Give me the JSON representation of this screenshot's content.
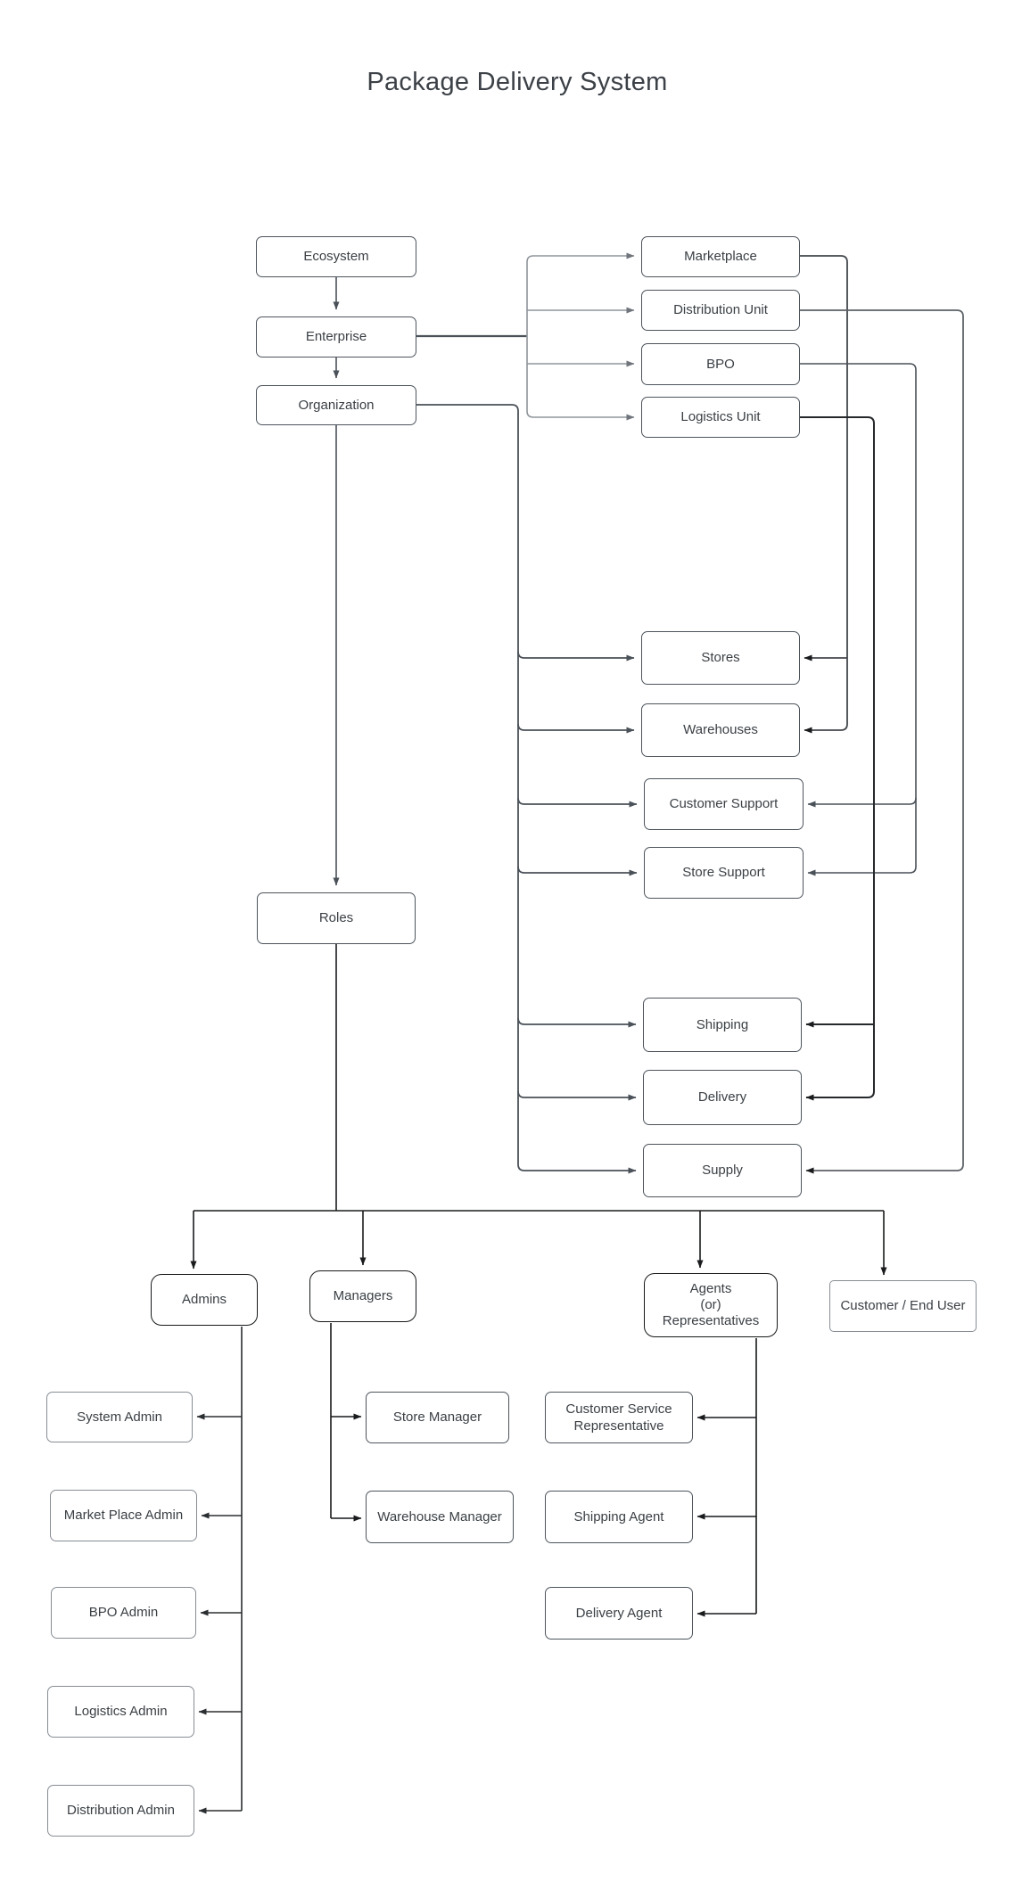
{
  "title": "Package Delivery System",
  "diagram_type": "flowchart",
  "colors": {
    "background": "#ffffff",
    "node_fill": "#ffffff",
    "node_border_slate": "#4d545c",
    "node_border_gray": "#878d94",
    "node_border_black": "#17191b",
    "text": "#3b4045",
    "edge_slate": "#4a5158",
    "edge_gray": "#8f959b",
    "edge_dark": "#26292c",
    "edge_black": "#191b1d"
  },
  "nodes": {
    "ecosystem": {
      "label": "Ecosystem"
    },
    "enterprise": {
      "label": "Enterprise"
    },
    "organization": {
      "label": "Organization"
    },
    "roles": {
      "label": "Roles"
    },
    "marketplace": {
      "label": "Marketplace"
    },
    "distribution_unit": {
      "label": "Distribution Unit"
    },
    "bpo": {
      "label": "BPO"
    },
    "logistics_unit": {
      "label": "Logistics Unit"
    },
    "stores": {
      "label": "Stores"
    },
    "warehouses": {
      "label": "Warehouses"
    },
    "customer_support": {
      "label": "Customer Support"
    },
    "store_support": {
      "label": "Store Support"
    },
    "shipping": {
      "label": "Shipping"
    },
    "delivery": {
      "label": "Delivery"
    },
    "supply": {
      "label": "Supply"
    },
    "admins": {
      "label": "Admins"
    },
    "managers": {
      "label": "Managers"
    },
    "agents": {
      "lines": [
        "Agents",
        "(or)",
        "Representatives"
      ]
    },
    "customer_end_user": {
      "label": "Customer / End User"
    },
    "system_admin": {
      "label": "System Admin"
    },
    "market_place_admin": {
      "label": "Market Place Admin"
    },
    "bpo_admin": {
      "label": "BPO Admin"
    },
    "logistics_admin": {
      "label": "Logistics Admin"
    },
    "distribution_admin": {
      "label": "Distribution Admin"
    },
    "store_manager": {
      "label": "Store Manager"
    },
    "warehouse_manager": {
      "label": "Warehouse Manager"
    },
    "customer_service_representative": {
      "lines": [
        "Customer Service",
        "Representative"
      ]
    },
    "shipping_agent": {
      "label": "Shipping Agent"
    },
    "delivery_agent": {
      "label": "Delivery Agent"
    }
  },
  "edges": [
    {
      "from": "Ecosystem",
      "to": "Enterprise"
    },
    {
      "from": "Enterprise",
      "to": "Organization"
    },
    {
      "from": "Organization",
      "to": "Roles"
    },
    {
      "from": "Enterprise",
      "to": "Marketplace"
    },
    {
      "from": "Enterprise",
      "to": "Distribution Unit"
    },
    {
      "from": "Enterprise",
      "to": "BPO"
    },
    {
      "from": "Enterprise",
      "to": "Logistics Unit"
    },
    {
      "from": "Organization",
      "to": "Stores"
    },
    {
      "from": "Organization",
      "to": "Warehouses"
    },
    {
      "from": "Organization",
      "to": "Customer Support"
    },
    {
      "from": "Organization",
      "to": "Store Support"
    },
    {
      "from": "Organization",
      "to": "Shipping"
    },
    {
      "from": "Organization",
      "to": "Delivery"
    },
    {
      "from": "Organization",
      "to": "Supply"
    },
    {
      "from": "Marketplace",
      "to": "Stores"
    },
    {
      "from": "Marketplace",
      "to": "Warehouses"
    },
    {
      "from": "BPO",
      "to": "Customer Support"
    },
    {
      "from": "BPO",
      "to": "Store Support"
    },
    {
      "from": "Logistics Unit",
      "to": "Shipping"
    },
    {
      "from": "Logistics Unit",
      "to": "Delivery"
    },
    {
      "from": "Distribution Unit",
      "to": "Supply"
    },
    {
      "from": "Roles",
      "to": "Admins"
    },
    {
      "from": "Roles",
      "to": "Managers"
    },
    {
      "from": "Roles",
      "to": "Agents (or) Representatives"
    },
    {
      "from": "Roles",
      "to": "Customer / End User"
    },
    {
      "from": "Admins",
      "to": "System Admin"
    },
    {
      "from": "Admins",
      "to": "Market Place Admin"
    },
    {
      "from": "Admins",
      "to": "BPO Admin"
    },
    {
      "from": "Admins",
      "to": "Logistics Admin"
    },
    {
      "from": "Admins",
      "to": "Distribution Admin"
    },
    {
      "from": "Managers",
      "to": "Store Manager"
    },
    {
      "from": "Managers",
      "to": "Warehouse Manager"
    },
    {
      "from": "Agents (or) Representatives",
      "to": "Customer Service Representative"
    },
    {
      "from": "Agents (or) Representatives",
      "to": "Shipping Agent"
    },
    {
      "from": "Agents (or) Representatives",
      "to": "Delivery Agent"
    }
  ]
}
